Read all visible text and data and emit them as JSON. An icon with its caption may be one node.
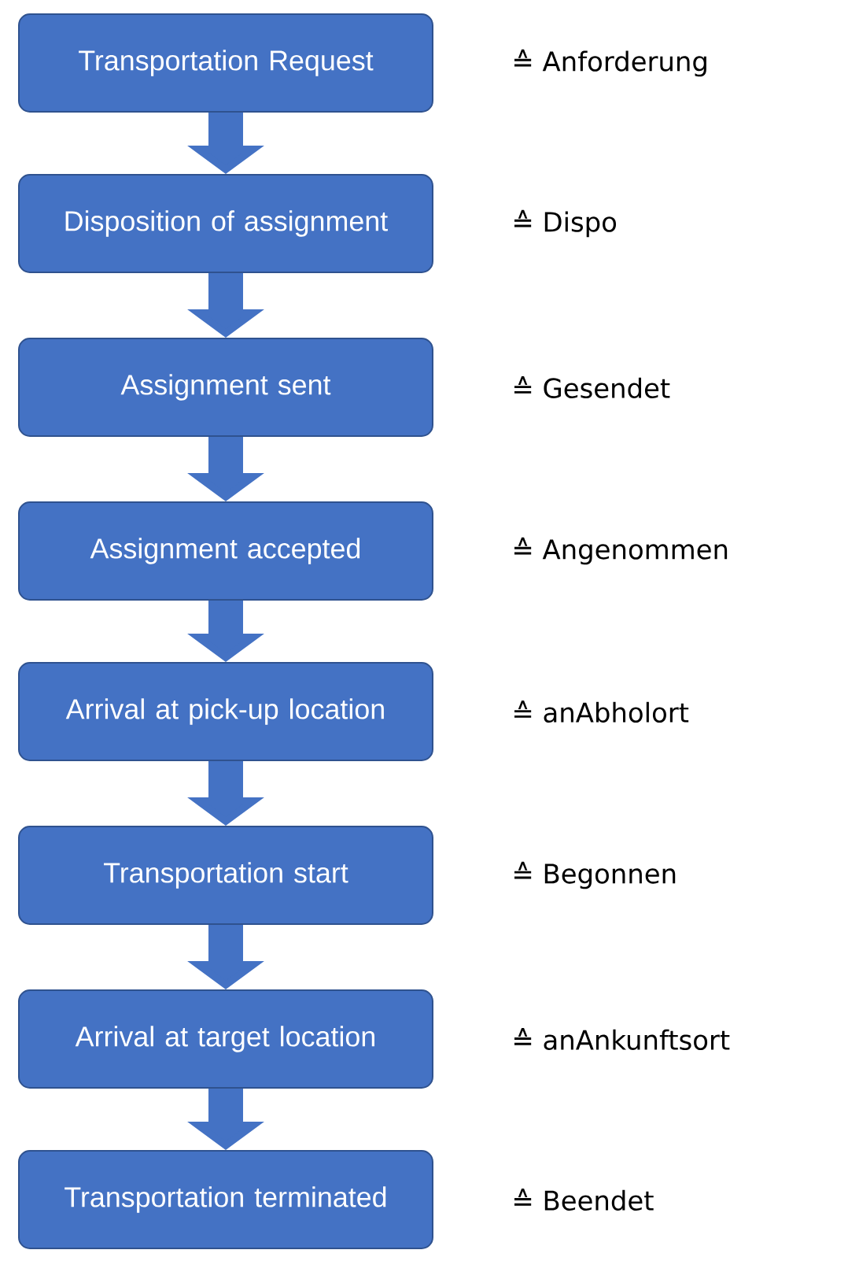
{
  "diagram": {
    "nodes": [
      {
        "text": [
          "Transportation Request"
        ],
        "beside": [
          "≙ Anforderung"
        ]
      },
      {
        "text": [
          "Disposition of assignment"
        ],
        "beside": [
          "≙ Dispo"
        ]
      },
      {
        "text": [
          "Assignment sent"
        ],
        "beside": [
          "≙ Gesendet"
        ]
      },
      {
        "text": [
          "Assignment accepted"
        ],
        "beside": [
          "≙ Angenommen"
        ]
      },
      {
        "text": [
          "Arrival at pick-up location"
        ],
        "beside": [
          "≙ anAbholort"
        ]
      },
      {
        "text": [
          "Transportation start"
        ],
        "beside": [
          "≙ Begonnen"
        ]
      },
      {
        "text": [
          "Arrival at target location"
        ],
        "beside": [
          "≙ anAnkunftsort"
        ]
      },
      {
        "text": [
          "Transportation terminated"
        ],
        "beside": [
          "≙ Beendet"
        ]
      }
    ],
    "edges": [
      {
        "from": 0,
        "to": 1,
        "arrow": "to"
      },
      {
        "from": 1,
        "to": 2,
        "arrow": "to"
      },
      {
        "from": 2,
        "to": 3,
        "arrow": "to"
      },
      {
        "from": 3,
        "to": 4,
        "arrow": "to"
      },
      {
        "from": 4,
        "to": 5,
        "arrow": "to"
      },
      {
        "from": 5,
        "to": 6,
        "arrow": "to"
      },
      {
        "from": 6,
        "to": 7,
        "arrow": "to"
      }
    ]
  }
}
